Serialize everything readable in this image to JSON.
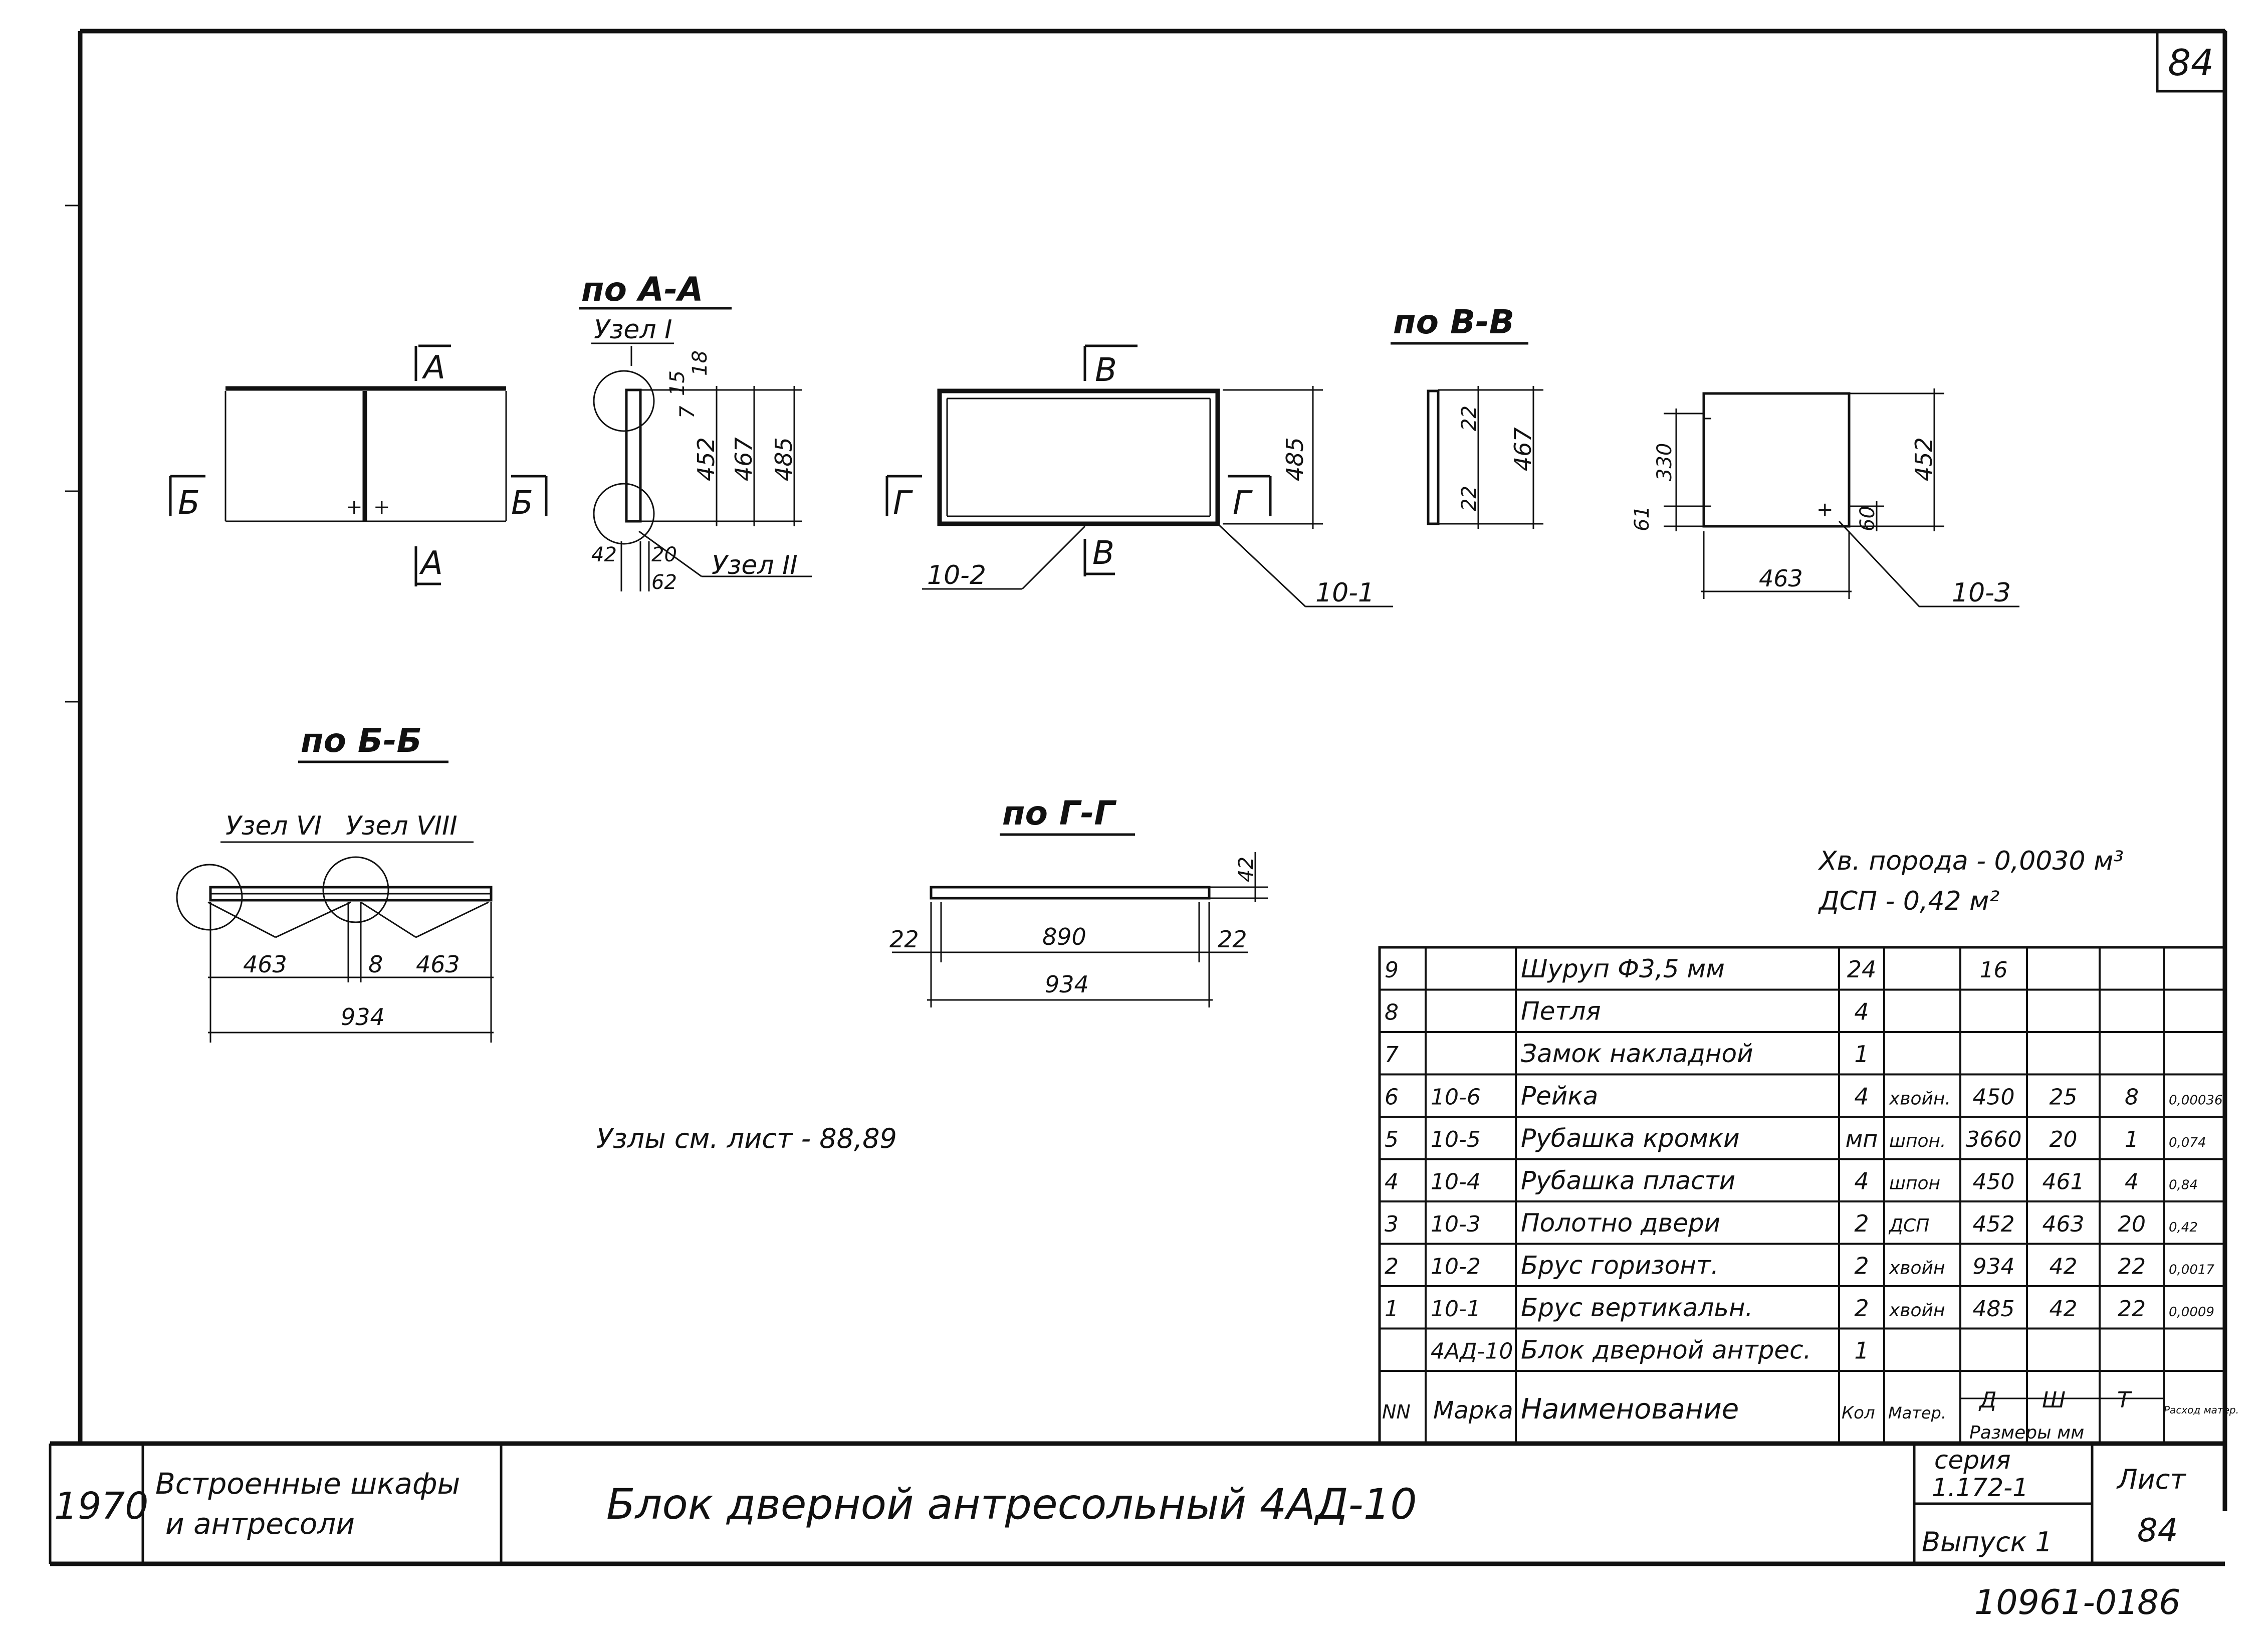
{
  "sheet": {
    "corner_number": "84",
    "bottom_ref": "10961-01",
    "bottom_ref_page": "86"
  },
  "views": {
    "plan": {
      "cut_a_top": "A",
      "cut_a_bottom": "A",
      "cut_b_left": "Б",
      "cut_b_right": "Б"
    },
    "section_aa": {
      "title": "по A-A",
      "node_1": "Узел I",
      "node_2": "Узел II",
      "dims": [
        "15",
        "18",
        "7",
        "452",
        "467",
        "485",
        "42",
        "20",
        "62"
      ]
    },
    "frame": {
      "cut_v_top": "В",
      "cut_v_bottom": "В",
      "cut_g_left": "Г",
      "cut_g_right": "Г",
      "height": "485",
      "part_bottom": "10-2",
      "part_right": "10-1"
    },
    "section_vv": {
      "title": "по В-В",
      "dims": [
        "22",
        "467",
        "22"
      ]
    },
    "panel": {
      "dims": [
        "330",
        "61",
        "452",
        "60",
        "463"
      ],
      "part": "10-3"
    },
    "section_bb": {
      "title": "по Б-Б",
      "node_6": "Узел VI",
      "node_8": "Узел VIII",
      "dims": [
        "463",
        "8",
        "463",
        "934"
      ]
    },
    "section_gg": {
      "title": "по Г-Г",
      "dims": [
        "42",
        "22",
        "890",
        "22",
        "934"
      ]
    }
  },
  "notes": {
    "nodes_ref": "Узлы см. лист - 88,89"
  },
  "materials": {
    "wood": "Хв. порода - 0,0030 м³",
    "chipboard": "ДСП - 0,42 м²"
  },
  "spec_table": {
    "rows": [
      [
        "9",
        "",
        "Шуруп Ф3,5 мм",
        "24",
        "",
        "16",
        "",
        "",
        ""
      ],
      [
        "8",
        "",
        "Петля",
        "4",
        "",
        "",
        "",
        "",
        ""
      ],
      [
        "7",
        "",
        "Замок накладной",
        "1",
        "",
        "",
        "",
        "",
        ""
      ],
      [
        "6",
        "10-6",
        "Рейка",
        "4",
        "хвойн.",
        "450",
        "25",
        "8",
        "0,00036"
      ],
      [
        "5",
        "10-5",
        "Рубашка кромки",
        "мп",
        "шпон.",
        "3660",
        "20",
        "1",
        "0,074"
      ],
      [
        "4",
        "10-4",
        "Рубашка пласти",
        "4",
        "шпон",
        "450",
        "461",
        "4",
        "0,84"
      ],
      [
        "3",
        "10-3",
        "Полотно двери",
        "2",
        "ДСП",
        "452",
        "463",
        "20",
        "0,42"
      ],
      [
        "2",
        "10-2",
        "Брус горизонт.",
        "2",
        "хвойн",
        "934",
        "42",
        "22",
        "0,0017"
      ],
      [
        "1",
        "10-1",
        "Брус вертикальн.",
        "2",
        "хвойн",
        "485",
        "42",
        "22",
        "0,0009"
      ],
      [
        "",
        "4АД-10",
        "Блок дверной антрес.",
        "1",
        "",
        "",
        "",
        "",
        ""
      ]
    ],
    "header": {
      "nn": "NN",
      "mark": "Марка",
      "name": "Наименование",
      "qty": "Кол",
      "material": "Матер.",
      "d": "Д",
      "w": "Ш",
      "t": "Т",
      "sizes": "Размеры мм",
      "consumption": "Расход матер."
    }
  },
  "title_block": {
    "year": "1970",
    "category_line1": "Встроенные шкафы",
    "category_line2": "и антресоли",
    "title": "Блок дверной антресольный 4АД-10",
    "series_label": "серия",
    "series_value": "1.172-1",
    "issue": "Выпуск 1",
    "sheet_label": "Лист",
    "sheet_value": "84"
  }
}
